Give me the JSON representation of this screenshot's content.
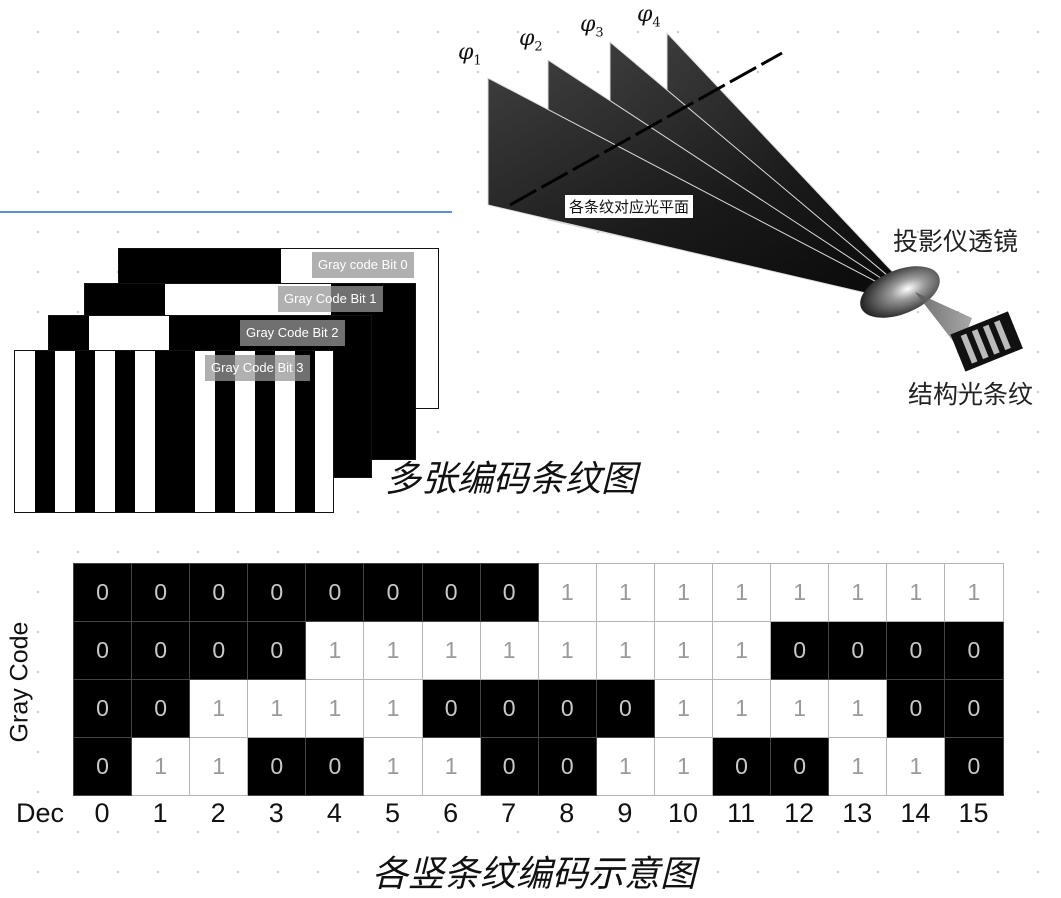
{
  "projector_figure": {
    "phi_labels": [
      {
        "base": "φ",
        "sub": "1"
      },
      {
        "base": "φ",
        "sub": "2"
      },
      {
        "base": "φ",
        "sub": "3"
      },
      {
        "base": "φ",
        "sub": "4"
      }
    ],
    "planes_label": "各条纹对应光平面",
    "lens_label": "投影仪透镜",
    "pattern_label": "结构光条纹"
  },
  "stacked_patterns": {
    "bit_labels": [
      "Gray code Bit 0",
      "Gray Code Bit 1",
      "Gray Code Bit 2",
      "Gray Code Bit 3"
    ],
    "caption": "多张编码条纹图",
    "front_pattern": [
      1,
      0,
      1,
      0,
      1,
      0,
      1,
      0,
      0,
      1,
      0,
      1,
      0,
      1,
      0,
      1
    ]
  },
  "gray_code_table": {
    "y_label": "Gray Code",
    "x_label": "Dec",
    "columns": [
      "0",
      "1",
      "2",
      "3",
      "4",
      "5",
      "6",
      "7",
      "8",
      "9",
      "10",
      "11",
      "12",
      "13",
      "14",
      "15"
    ],
    "rows": [
      [
        "0",
        "0",
        "0",
        "0",
        "0",
        "0",
        "0",
        "0",
        "1",
        "1",
        "1",
        "1",
        "1",
        "1",
        "1",
        "1"
      ],
      [
        "0",
        "0",
        "0",
        "0",
        "1",
        "1",
        "1",
        "1",
        "1",
        "1",
        "1",
        "1",
        "0",
        "0",
        "0",
        "0"
      ],
      [
        "0",
        "0",
        "1",
        "1",
        "1",
        "1",
        "0",
        "0",
        "0",
        "0",
        "1",
        "1",
        "1",
        "1",
        "0",
        "0"
      ],
      [
        "0",
        "1",
        "1",
        "0",
        "0",
        "1",
        "1",
        "0",
        "0",
        "1",
        "1",
        "0",
        "0",
        "1",
        "1",
        "0"
      ]
    ],
    "caption": "各竖条纹编码示意图"
  },
  "colors": {
    "accent_line": "#5b8fd1",
    "bit_one": "#ffffff",
    "bit_zero": "#000000"
  }
}
